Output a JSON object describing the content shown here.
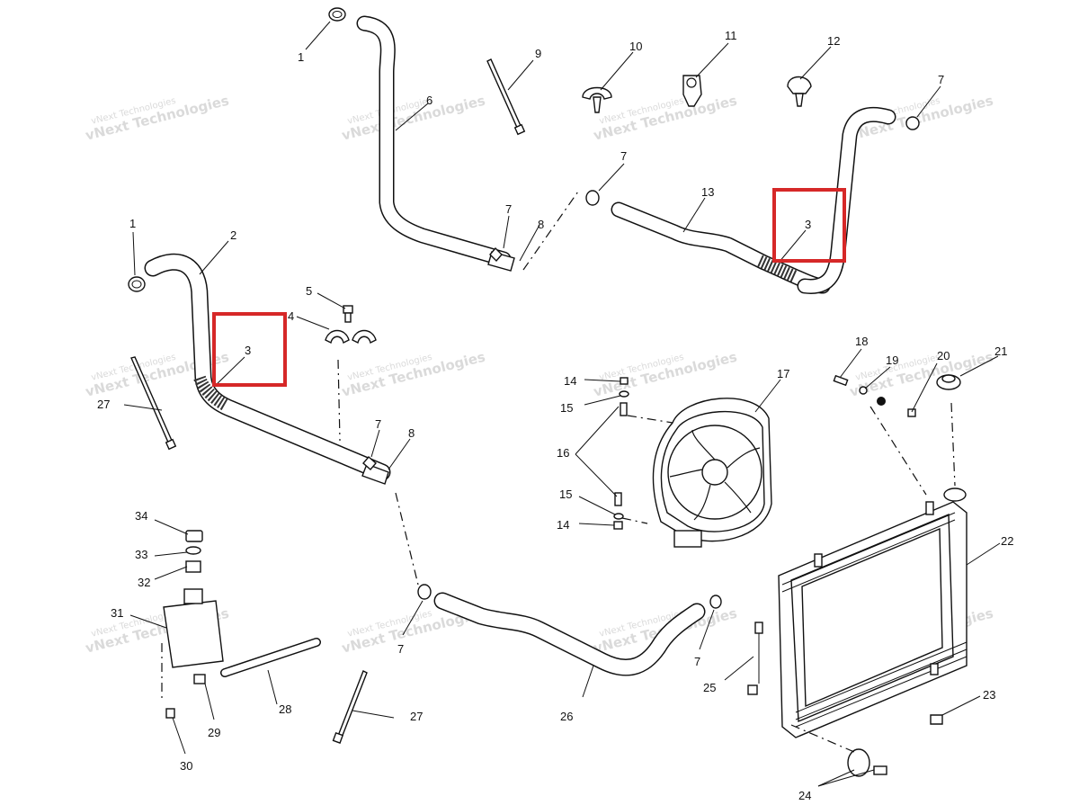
{
  "callouts": {
    "c1a": "1",
    "c1b": "1",
    "c2": "2",
    "c3a": "3",
    "c3b": "3",
    "c4": "4",
    "c5": "5",
    "c6": "6",
    "c7a": "7",
    "c7b": "7",
    "c7c": "7",
    "c7d": "7",
    "c7e": "7",
    "c7f": "7",
    "c8a": "8",
    "c8b": "8",
    "c9": "9",
    "c10": "10",
    "c11": "11",
    "c12": "12",
    "c13": "13",
    "c14a": "14",
    "c14b": "14",
    "c15a": "15",
    "c15b": "15",
    "c16": "16",
    "c17": "17",
    "c18": "18",
    "c19": "19",
    "c20": "20",
    "c21": "21",
    "c22": "22",
    "c23": "23",
    "c24": "24",
    "c25": "25",
    "c26": "26",
    "c27a": "27",
    "c27b": "27",
    "c28": "28",
    "c29": "29",
    "c30": "30",
    "c31": "31",
    "c32": "32",
    "c33": "33",
    "c34": "34"
  },
  "watermark": {
    "line1": "vNext Technologies",
    "line2": "vNext Technologies"
  },
  "colors": {
    "highlight": "#d62828",
    "ink": "#111111",
    "watermark": "#bdbdbd"
  }
}
